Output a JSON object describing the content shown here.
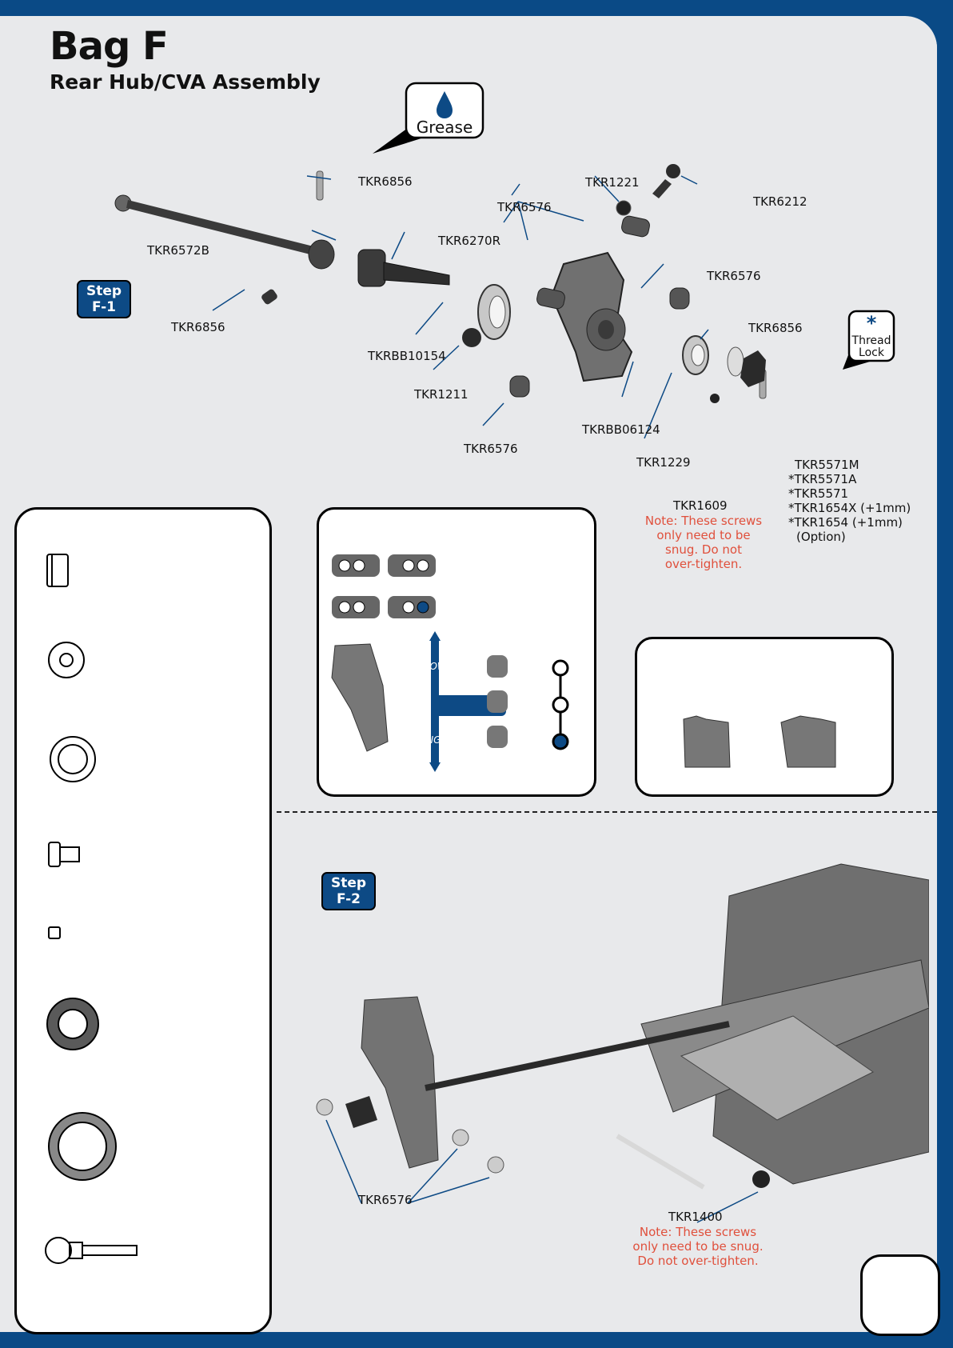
{
  "header": {
    "title": "Bag F",
    "subtitle": "Rear Hub/CVA Assembly"
  },
  "callouts": {
    "grease": "Grease",
    "thread_lock_line1": "Thread",
    "thread_lock_line2": "Lock",
    "thread_lock_mark": "*"
  },
  "steps": {
    "f1_line1": "Step",
    "f1_line2": "F-1",
    "f2_line1": "Step",
    "f2_line2": "F-2"
  },
  "parts_f1": {
    "tkr6856_top": "TKR6856",
    "tkr1221": "TKR1221",
    "tkr6212": "TKR6212",
    "tkr6576_top": "TKR6576",
    "tkr6270r": "TKR6270R",
    "tkr6572b": "TKR6572B",
    "tkr6576_right": "TKR6576",
    "tkr6856_left": "TKR6856",
    "tkr6856_right": "TKR6856",
    "tkrbb10154": "TKRBB10154",
    "tkr1211": "TKR1211",
    "tkrbb06124": "TKRBB06124",
    "tkr6576_bottom": "TKR6576",
    "tkr1229": "TKR1229",
    "tkr1609": "TKR1609",
    "tkr1609_note": [
      "Note: These screws",
      "only need to be",
      "snug. Do not",
      "over-tighten."
    ],
    "tkr5571m_list": [
      "TKR5571M",
      "*TKR5571A",
      "*TKR5571",
      "*TKR1654X (+1mm)",
      "*TKR1654 (+1mm)",
      "(Option)"
    ]
  },
  "roll_center": {
    "low": "LOW",
    "high": "HIGH"
  },
  "parts_f2": {
    "tkr6576": "TKR6576",
    "tkr1400": "TKR1400",
    "tkr1400_note": [
      "Note: These screws",
      "only need to be snug.",
      "Do not over-tighten."
    ]
  },
  "colors": {
    "brand_blue": "#0a4a86",
    "note_red": "#e0503c",
    "part_gray": "#6a6a6a"
  }
}
